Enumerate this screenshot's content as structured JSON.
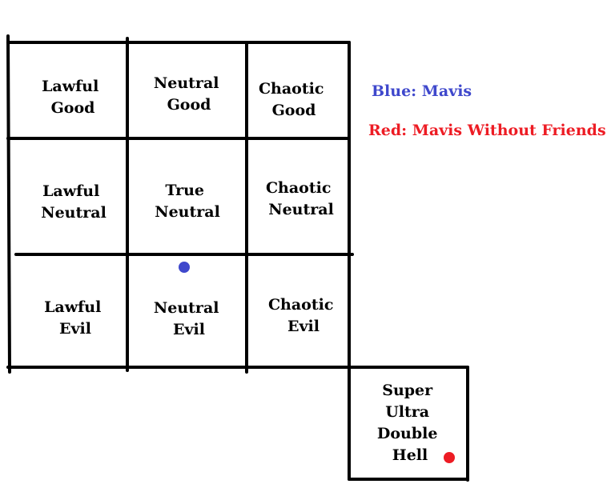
{
  "grid": {
    "cells": [
      {
        "lines": [
          "Lawful",
          "Good"
        ]
      },
      {
        "lines": [
          "Neutral",
          "Good"
        ]
      },
      {
        "lines": [
          "Chaotic",
          "Good"
        ]
      },
      {
        "lines": [
          "Lawful",
          "Neutral"
        ]
      },
      {
        "lines": [
          "True",
          "Neutral"
        ]
      },
      {
        "lines": [
          "Chaotic",
          "Neutral"
        ]
      },
      {
        "lines": [
          "Lawful",
          "Evil"
        ]
      },
      {
        "lines": [
          "Neutral",
          "Evil"
        ]
      },
      {
        "lines": [
          "Chaotic",
          "Evil"
        ]
      }
    ],
    "extra_cell": {
      "lines": [
        "Super",
        "Ultra",
        "Double",
        "Hell"
      ]
    }
  },
  "legend": [
    {
      "text": "Blue: Mavis",
      "color": "#3f48cc"
    },
    {
      "text": "Red: Mavis Without Friends",
      "color": "#ed1c24"
    }
  ],
  "markers": [
    {
      "series": "Mavis",
      "color": "#3f48cc"
    },
    {
      "series": "Mavis Without Friends",
      "color": "#ed1c24"
    }
  ]
}
